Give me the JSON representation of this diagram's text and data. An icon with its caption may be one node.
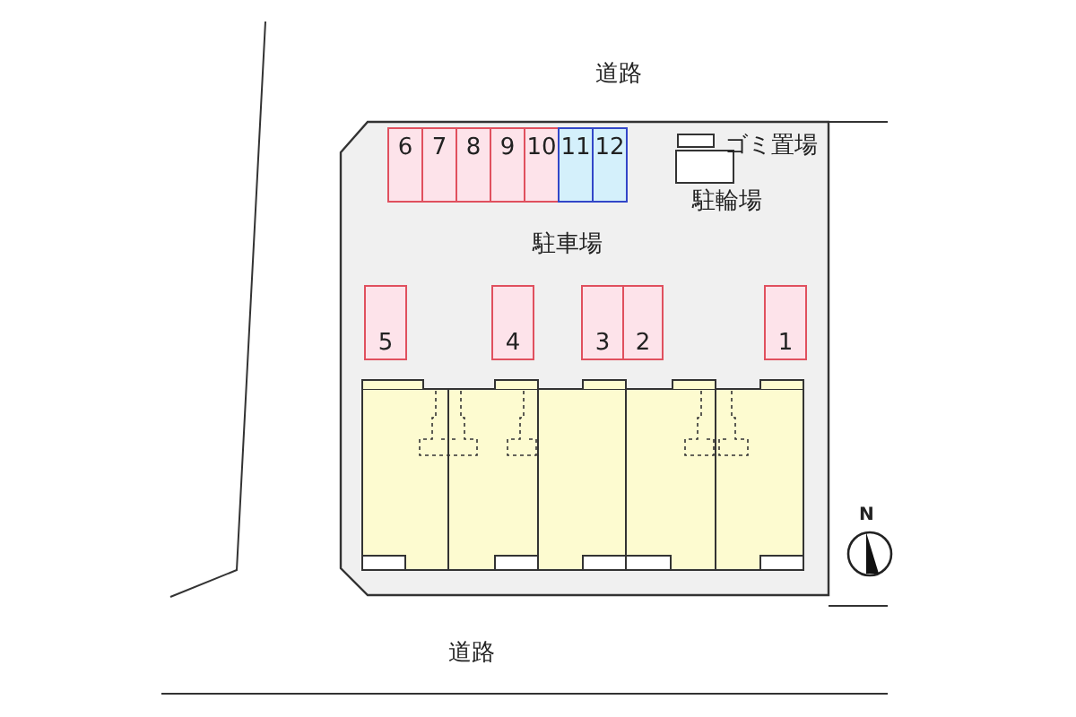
{
  "diagram": {
    "nodes": [
      {
        "text": [
          "6"
        ]
      },
      {
        "text": [
          "7"
        ]
      },
      {
        "text": [
          "8"
        ]
      },
      {
        "text": [
          "9"
        ]
      },
      {
        "text": [
          "10"
        ]
      },
      {
        "text": [
          "11"
        ]
      },
      {
        "text": [
          "12"
        ]
      },
      {
        "text": [
          "5"
        ]
      },
      {
        "text": [
          "4"
        ]
      },
      {
        "text": [
          "3"
        ]
      },
      {
        "text": [
          "2"
        ]
      },
      {
        "text": [
          "1"
        ]
      }
    ],
    "labels": [
      "道路",
      "ゴミ置場",
      "駐輪場",
      "駐車場",
      "N",
      "道路"
    ]
  }
}
